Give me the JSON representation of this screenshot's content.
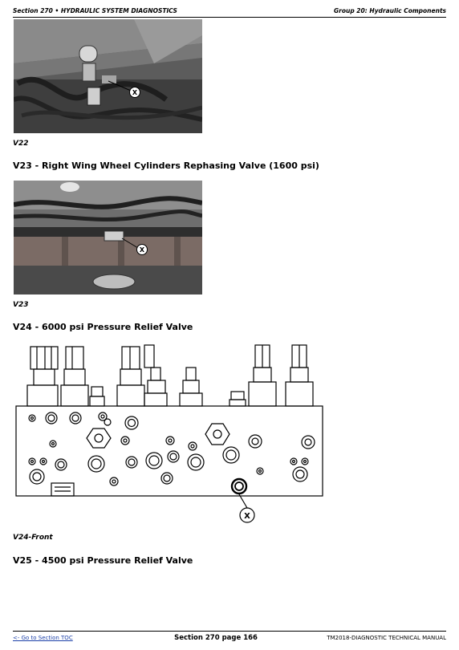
{
  "header": {
    "section": "Section 270 • HYDRAULIC SYSTEM DIAGNOSTICS",
    "group": "Group 20: Hydraulic Components"
  },
  "figures": [
    {
      "caption": "V22",
      "callout": "X"
    },
    {
      "heading": "V23 - Right Wing Wheel Cylinders Rephasing Valve (1600 psi)",
      "caption": "V23",
      "callout": "X"
    },
    {
      "heading": "V24 - 6000 psi Pressure Relief Valve",
      "caption": "V24-Front",
      "callout": "X"
    }
  ],
  "next_heading": "V25 - 4500 psi Pressure Relief Valve",
  "footer": {
    "toc_link": "<- Go to Section TOC",
    "page": "Section 270 page 166",
    "manual": "TM2018-DIAGNOSTIC TECHNICAL MANUAL"
  }
}
